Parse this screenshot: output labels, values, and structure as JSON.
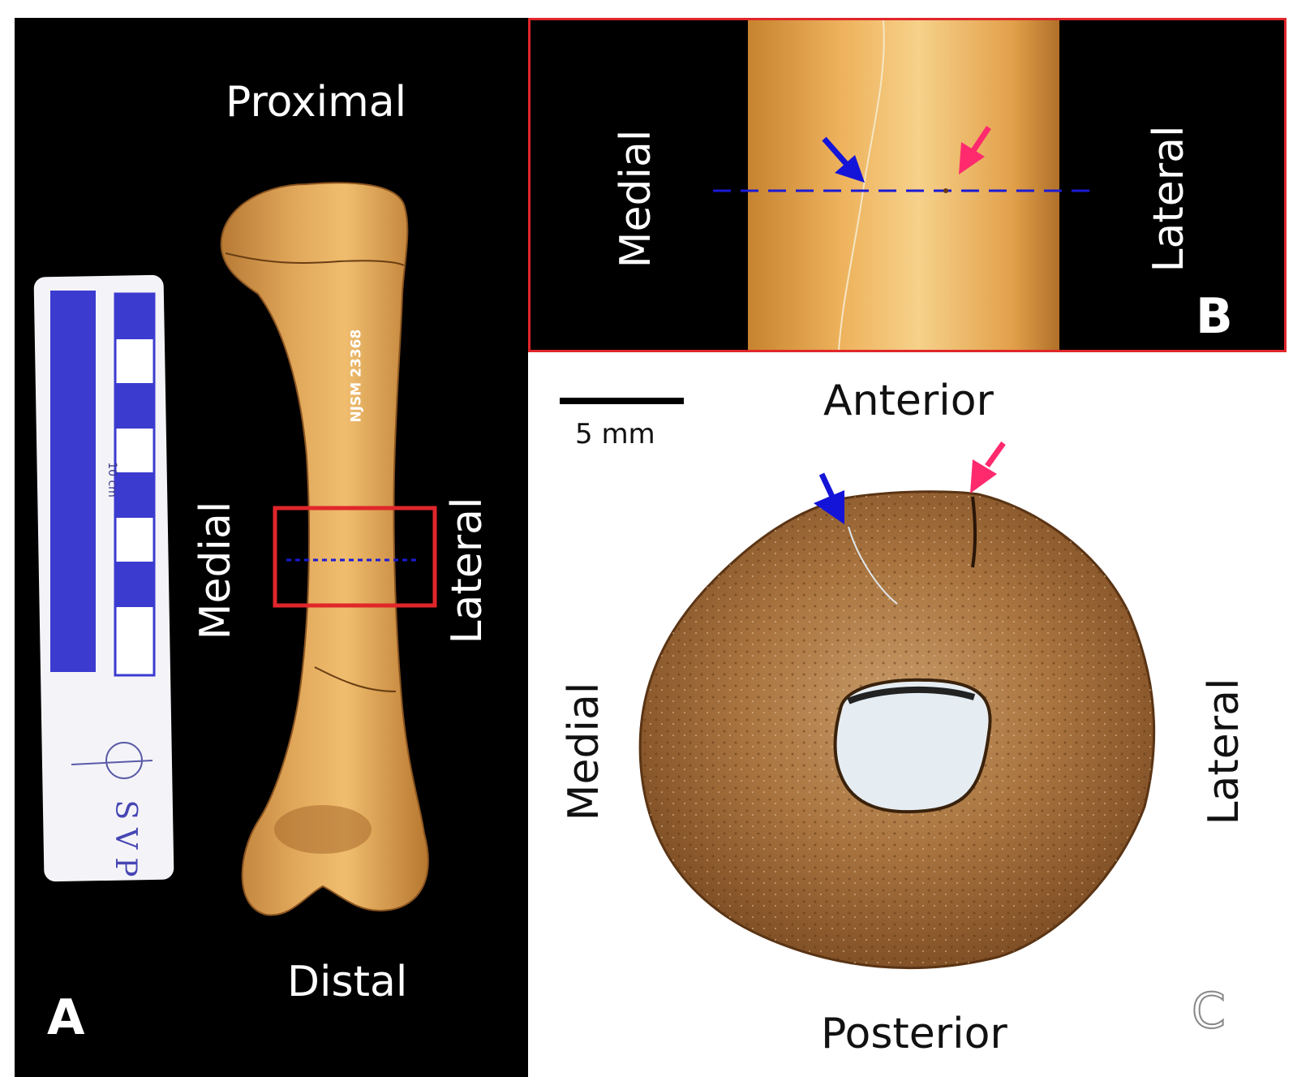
{
  "panel_a": {
    "letter": "A",
    "top_label": "Proximal",
    "bottom_label": "Distal",
    "left_label": "Medial",
    "right_label": "Lateral",
    "specimen_number": "NJSM 23368",
    "scale_label": "10 cm",
    "scale_logo_text": "SVP"
  },
  "panel_b": {
    "letter": "B",
    "left_label": "Medial",
    "right_label": "Lateral"
  },
  "panel_c": {
    "letter": "C",
    "top_label": "Anterior",
    "bottom_label": "Posterior",
    "left_label": "Medial",
    "right_label": "Lateral",
    "scale_bar_label": "5 mm"
  },
  "colors": {
    "box_red": "#e0262a",
    "dashed_blue": "#1a1ad6",
    "arrow_blue": "#1414d8",
    "arrow_pink": "#ff2a6e",
    "bone": "#d99a4c",
    "section_brown": "#9a6a3a"
  }
}
